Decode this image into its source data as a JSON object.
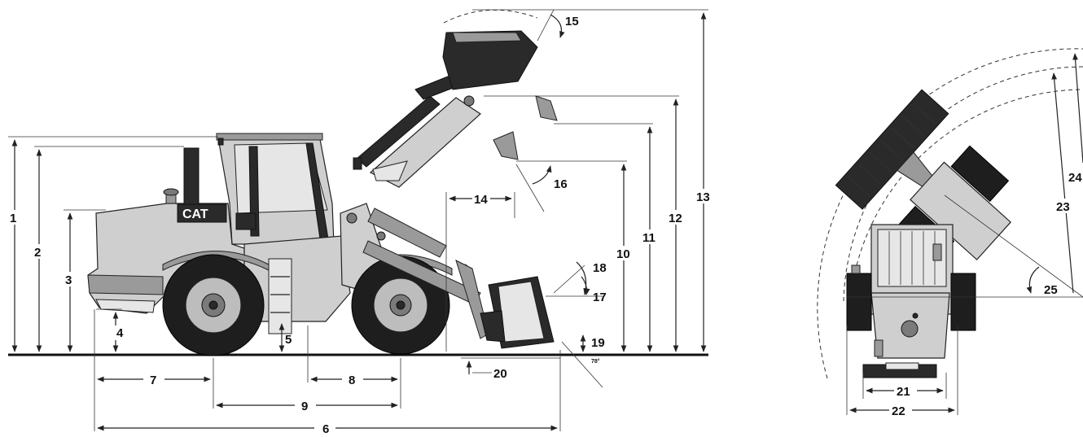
{
  "labels": {
    "n1": "1",
    "n2": "2",
    "n3": "3",
    "n4": "4",
    "n5": "5",
    "n6": "6",
    "n7": "7",
    "n8": "8",
    "n9": "9",
    "n10": "10",
    "n11": "11",
    "n12": "12",
    "n13": "13",
    "n14": "14",
    "n15": "15",
    "n16": "16",
    "n17": "17",
    "n18": "18",
    "n19": "19",
    "n20": "20",
    "n21": "21",
    "n22": "22",
    "n23": "23",
    "n24": "24",
    "n25": "25"
  },
  "angle_note": "78°",
  "brand": "CAT",
  "model_badge": "CAT"
}
